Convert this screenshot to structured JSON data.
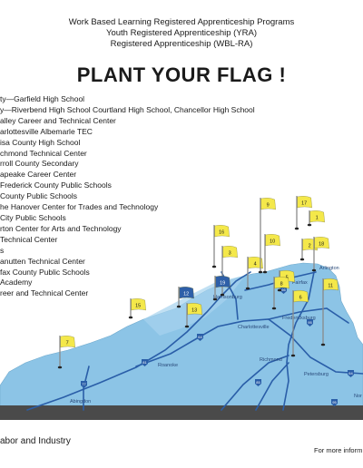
{
  "header": {
    "line1": "Work Based Learning Registered Apprenticeship Programs",
    "line2": "Youth Registered Apprenticeship (YRA)",
    "line3": "Registered Apprenticeship (WBL-RA)",
    "title": "PLANT YOUR FLAG !"
  },
  "program_list": [
    "ty—Garfield High School",
    "y—Riverbend High School Courtland High School, Chancellor High School",
    "alley Career and Technical Center",
    "arlottesville Albemarle TEC",
    "isa County High School",
    "chmond Technical Center",
    "rroll County Secondary",
    "apeake Career Center",
    "Frederick County Public Schools",
    "County Public Schools",
    "he Hanover Center for Trades and Technology",
    "City Public Schools",
    "rton Center for Arts and Technology",
    "Technical Center",
    "s",
    "anutten Technical Center",
    "fax County Public Schools",
    "Academy",
    "reer and Technical Center"
  ],
  "map": {
    "cities": [
      "Arlington",
      "Harrisonburg",
      "Fairfax",
      "Charlottesville",
      "Fredericksburg",
      "Roanoke",
      "Richmond",
      "Abingdon",
      "Petersburg",
      "Nor"
    ],
    "highways": [
      "66",
      "95",
      "64",
      "81",
      "77",
      "85",
      "95",
      "64"
    ],
    "flags": [
      {
        "num": "1",
        "color": "#f4e84a"
      },
      {
        "num": "2",
        "color": "#f4e84a"
      },
      {
        "num": "3",
        "color": "#f4e84a"
      },
      {
        "num": "4",
        "color": "#f4e84a"
      },
      {
        "num": "5",
        "color": "#f4e84a"
      },
      {
        "num": "6",
        "color": "#f4e84a"
      },
      {
        "num": "7",
        "color": "#f4e84a"
      },
      {
        "num": "8",
        "color": "#f4e84a"
      },
      {
        "num": "9",
        "color": "#f4e84a"
      },
      {
        "num": "10",
        "color": "#f4e84a"
      },
      {
        "num": "11",
        "color": "#f4e84a"
      },
      {
        "num": "12",
        "color": "#2e5fa8"
      },
      {
        "num": "13",
        "color": "#f4e84a"
      },
      {
        "num": "15",
        "color": "#f4e84a"
      },
      {
        "num": "16",
        "color": "#f4e84a"
      },
      {
        "num": "17",
        "color": "#f4e84a"
      },
      {
        "num": "18",
        "color": "#f4e84a"
      },
      {
        "num": "19",
        "color": "#2e5fa8"
      }
    ]
  },
  "footer": {
    "left": "abor and Industry",
    "right": "For more inform"
  },
  "colors": {
    "map_fill": "#8cc4e6",
    "road": "#2a5ea8",
    "flag_yellow": "#f4e84a",
    "flag_blue": "#2e5fa8",
    "ground": "#4a4a4a"
  }
}
